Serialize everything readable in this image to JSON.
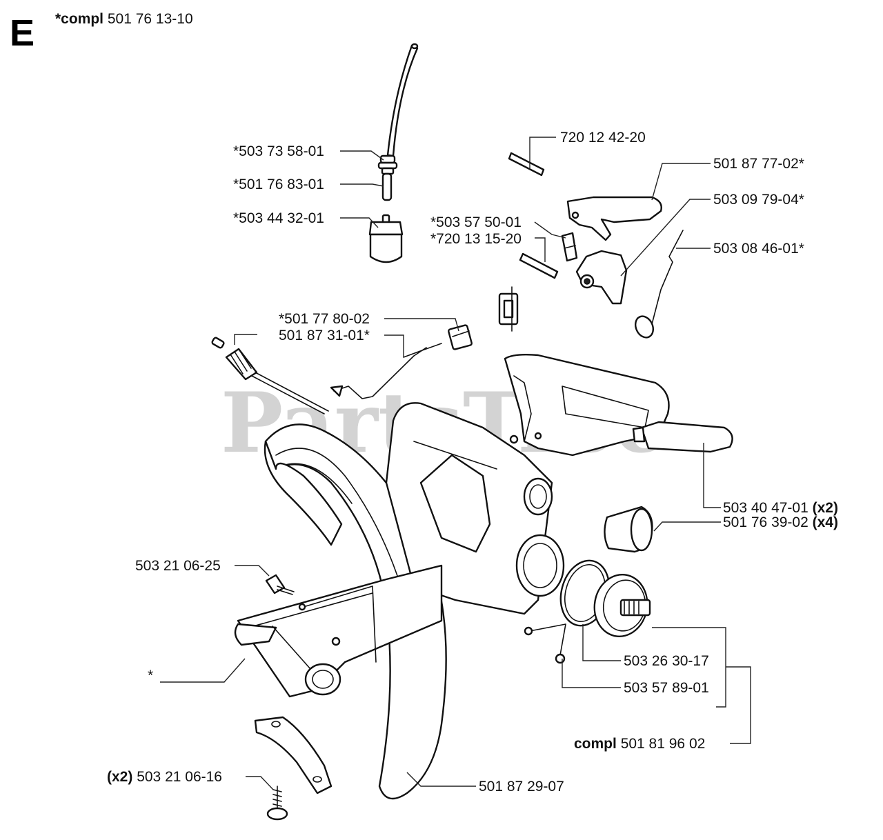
{
  "header": {
    "section_letter": "E",
    "compl_prefix": "*compl",
    "compl_number": "501 76 13-10"
  },
  "watermark": "PartsTree",
  "callouts": {
    "p1": "*503 73 58-01",
    "p2": "*501 76 83-01",
    "p3": "*503 44 32-01",
    "p4": "720 12 42-20",
    "p5": "501 87 77-02*",
    "p6": "503 09 79-04*",
    "p7": "*503 57 50-01",
    "p8": "*720 13 15-20",
    "p9": "503 08 46-01*",
    "p10": "*501 77 80-02",
    "p11": "501 87 31-01*",
    "p12_num": "503 40 47-01",
    "p12_qty": "(x2)",
    "p13_num": "501 76 39-02",
    "p13_qty": "(x4)",
    "p14": "503 21 06-25",
    "p15": "*",
    "p16": "503 26 30-17",
    "p17": "503 57 89-01",
    "p18_prefix": "compl",
    "p18_num": "501 81 96 02",
    "p19_qty": "(x2)",
    "p19_num": "503 21 06-16",
    "p20": "501 87 29-07"
  }
}
